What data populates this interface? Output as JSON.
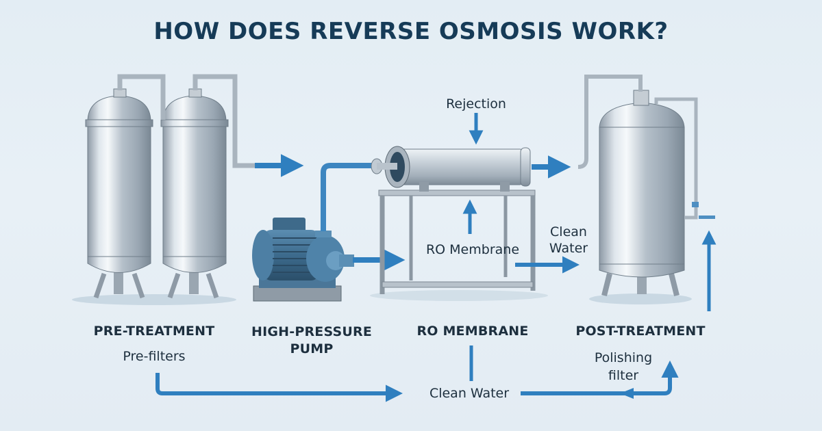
{
  "title": "HOW DOES REVERSE OSMOSIS WORK?",
  "colors": {
    "title": "#163b57",
    "text": "#1d2f3e",
    "arrow": "#2f7fbf",
    "steel": "#b9c3cc",
    "pump": "#3f6f92",
    "background": "#e6eef5"
  },
  "stages": [
    {
      "name": "PRE-TREATMENT",
      "sub": "Pre-filters"
    },
    {
      "name": "HIGH-PRESSURE PUMP",
      "name_line1": "HIGH-PRESSURE",
      "name_line2": "PUMP"
    },
    {
      "name": "RO MEMBRANE"
    },
    {
      "name": "POST-TREATMENT",
      "sub_line1": "Polishing",
      "sub_line2": "filter"
    }
  ],
  "annotations": {
    "rejection": "Rejection",
    "ro_membrane": "RO Membrane",
    "clean_water_line1": "Clean",
    "clean_water_line2": "Water",
    "bottom_clean_water": "Clean Water"
  },
  "components": [
    {
      "id": "pre-filter-tank-1",
      "label": "Pre-filter tank"
    },
    {
      "id": "pre-filter-tank-2",
      "label": "Pre-filter tank"
    },
    {
      "id": "high-pressure-pump",
      "label": "High-pressure pump"
    },
    {
      "id": "ro-membrane-housing",
      "label": "RO membrane housing"
    },
    {
      "id": "post-treatment-tank",
      "label": "Post-treatment tank"
    }
  ]
}
